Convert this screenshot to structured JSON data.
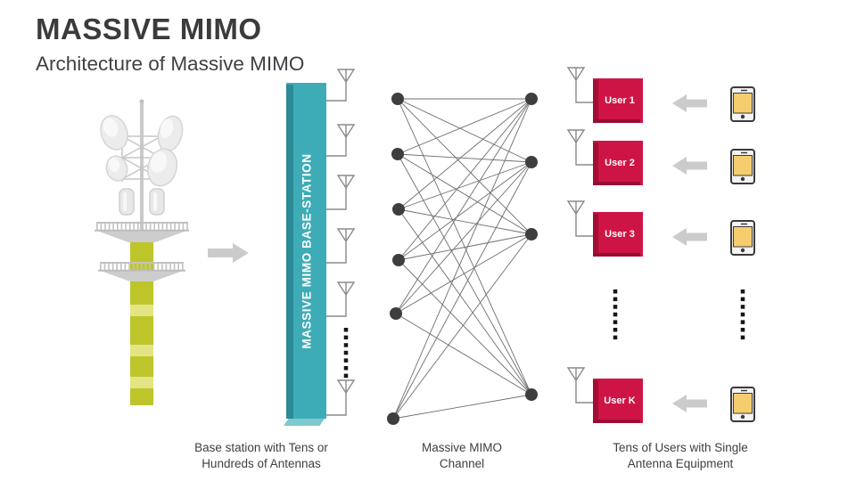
{
  "slide": {
    "title": "MASSIVE MIMO",
    "subtitle": "Architecture of Massive MIMO"
  },
  "base_station": {
    "bar_label": "MASSIVE MIMO BASE-STATION",
    "visible_antenna_count": 6,
    "caption_line1": "Base station with Tens or",
    "caption_line2": "Hundreds of Antennas"
  },
  "channel": {
    "caption_line1": "Massive MIMO",
    "caption_line2": "Channel",
    "left_node_count": 6,
    "right_node_count": 4,
    "fully_connected": true
  },
  "users": {
    "labels": [
      "User 1",
      "User 2",
      "User 3",
      "User K"
    ],
    "caption_line1": "Tens of Users with Single",
    "caption_line2": "Antenna Equipment"
  },
  "icons": {
    "tower": "cell-tower-icon",
    "antenna": "antenna-icon",
    "phone": "smartphone-icon",
    "arrow_right": "right-arrow-icon",
    "arrow_left": "left-arrow-icon"
  },
  "colors": {
    "teal": "#3EACB6",
    "teal_dark": "#2B8B97",
    "teal_light": "#7FC8CE",
    "crimson": "#CE1445",
    "crimson_dark": "#A10F37",
    "arrow_gray": "#CBCBCB",
    "graph_node": "#3E3E3E",
    "graph_edge": "#6E6E6E",
    "antenna_gray": "#8A8A8A",
    "dots_black": "#151515",
    "tower_green": "#BEC52B",
    "tower_green_light": "#E3E585",
    "phone_screen": "#F6CD6E",
    "text_dark": "#3F3F44"
  }
}
